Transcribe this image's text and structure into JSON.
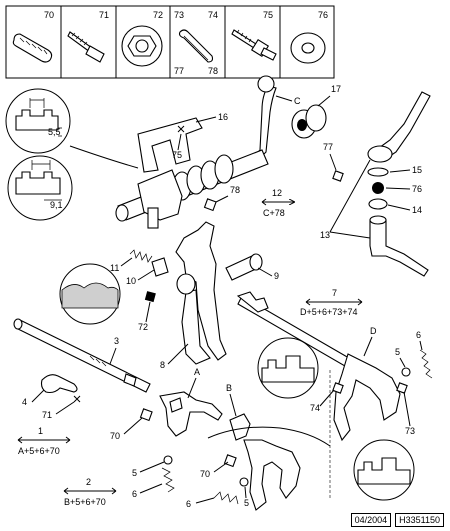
{
  "parts_strip": {
    "cells": [
      {
        "label": "70",
        "icon": "sleeve-icon"
      },
      {
        "label": "71",
        "icon": "bolt-icon"
      },
      {
        "label": "72",
        "icon": "nut-icon"
      },
      {
        "label": "73",
        "icon": "pin-icon",
        "label2": "74",
        "label3": "77",
        "label4": "78"
      },
      {
        "label": "75",
        "icon": "screw-icon"
      },
      {
        "label": "76",
        "icon": "washer-icon"
      }
    ]
  },
  "callouts": {
    "c16": "16",
    "cC": "C",
    "c17": "17",
    "c75": "75",
    "c77": "77",
    "c78": "78",
    "c15": "15",
    "c76": "76",
    "c14": "14",
    "c13": "13",
    "c11": "11",
    "c10": "10",
    "c9": "9",
    "c72": "72",
    "c8": "8",
    "c3": "3",
    "c4": "4",
    "c71": "71",
    "cA": "A",
    "cB": "B",
    "c70a": "70",
    "c70b": "70",
    "c5a": "5",
    "c5b": "5",
    "c5c": "5",
    "c6a": "6",
    "c6b": "6",
    "c6c": "6",
    "cD": "D",
    "c74": "74",
    "c73": "73"
  },
  "detail": {
    "dim1": "5,5",
    "dim2": "9,1"
  },
  "groups": {
    "g12_num": "12",
    "g12_formula": "C+78",
    "g7_num": "7",
    "g7_formula": "D+5+6+73+74",
    "g1_num": "1",
    "g1_formula": "A+5+6+70",
    "g2_num": "2",
    "g2_formula": "B+5+6+70"
  },
  "footer": {
    "date": "04/2004",
    "ref": "H3351150"
  }
}
